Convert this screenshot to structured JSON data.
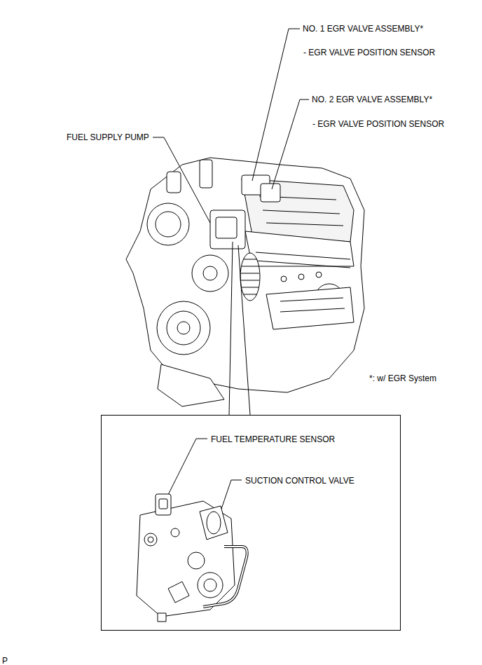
{
  "diagram": {
    "nodes": [
      {
        "text": [
          "FUEL TEMPERATURE SENSOR",
          "SUCTION CONTROL VALVE"
        ]
      }
    ],
    "labels": [
      "NO. 1 EGR VALVE ASSEMBLY*",
      "- EGR VALVE POSITION SENSOR",
      "NO. 2 EGR VALVE ASSEMBLY*",
      "- EGR VALVE POSITION SENSOR",
      "FUEL SUPPLY PUMP",
      "*: w/ EGR System",
      "P"
    ]
  }
}
